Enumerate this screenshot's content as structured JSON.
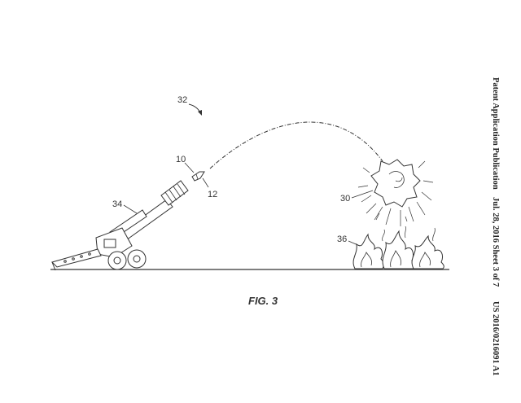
{
  "header": {
    "publication": "Patent Application Publication",
    "date_sheet": "Jul. 28, 2016   Sheet 3 of 7",
    "number": "US 2016/0216091 A1"
  },
  "figure": {
    "caption": "FIG. 3",
    "refs": {
      "trajectory": "32",
      "projectile": "10",
      "projectile_tip": "12",
      "launcher": "34",
      "burst": "30",
      "fire": "36"
    }
  }
}
